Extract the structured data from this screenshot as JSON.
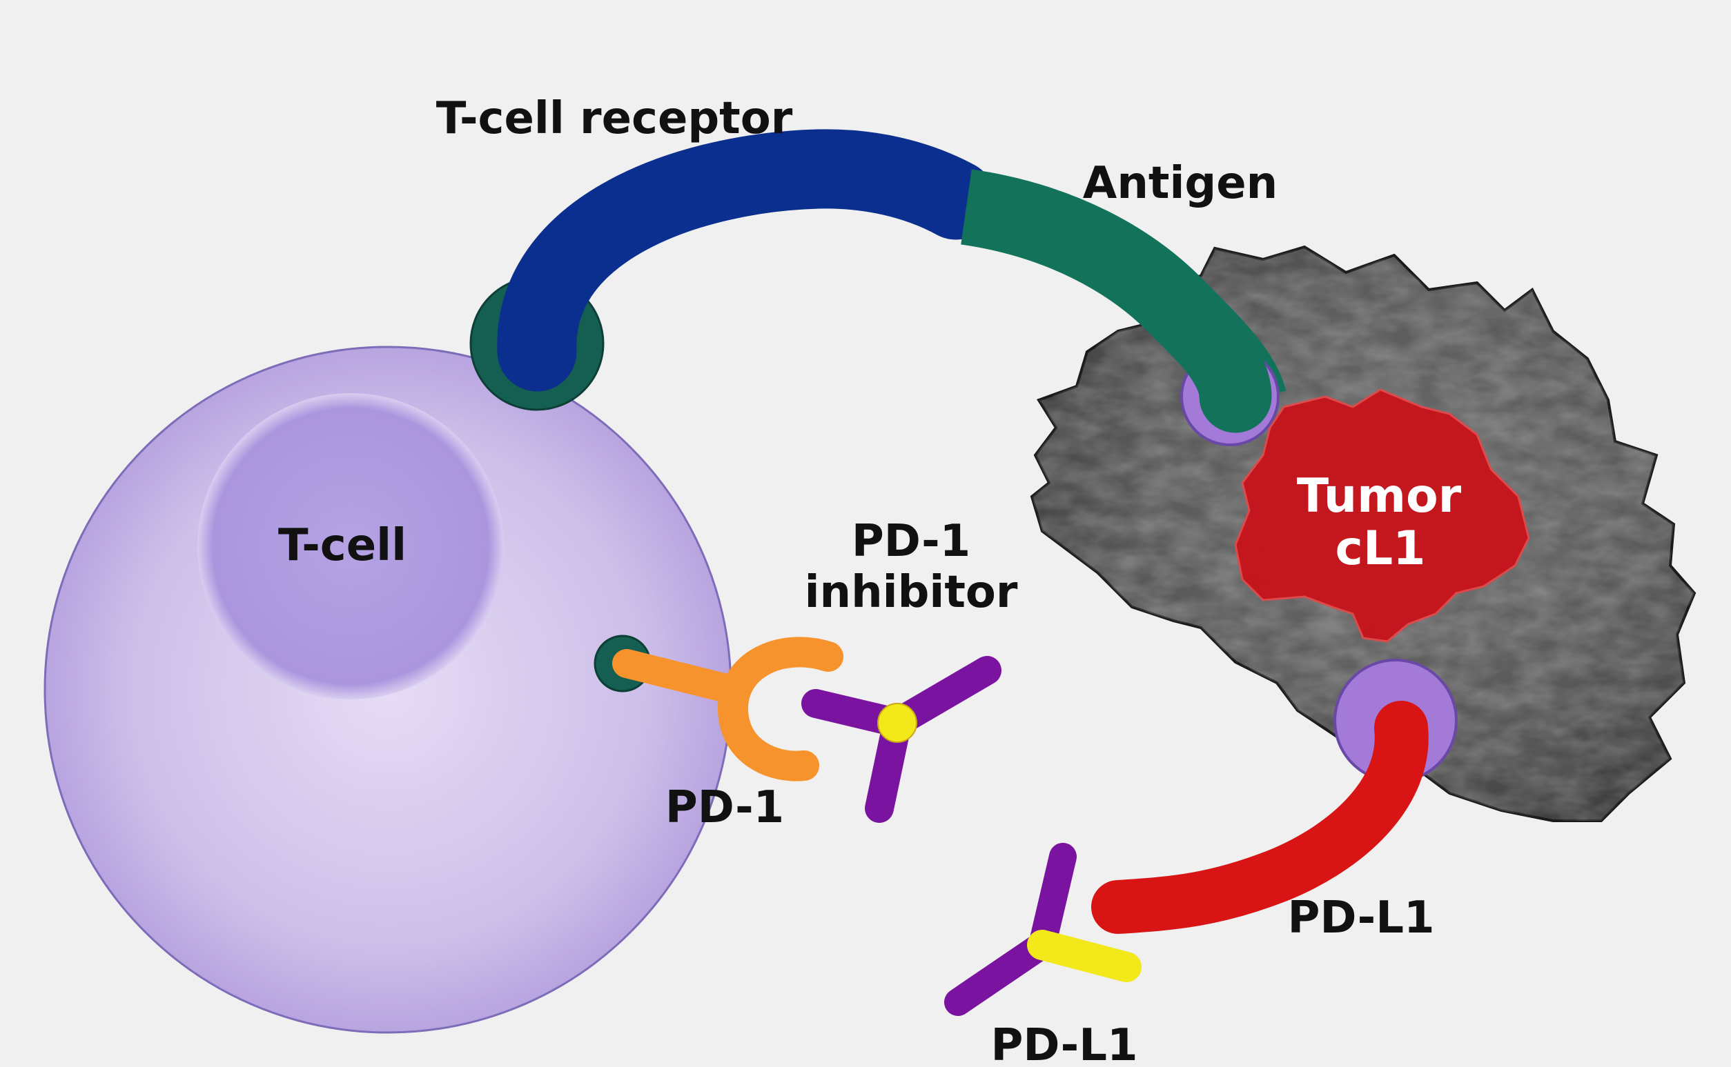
{
  "labels": {
    "tcell": "T-cell",
    "tcr": "T-cell receptor",
    "antigen": "Antigen",
    "tumor_line1": "Tumor",
    "tumor_line2": "cL1",
    "pd1_inhibitor_line1": "PD-1",
    "pd1_inhibitor_line2": "inhibitor",
    "pd1": "PD-1",
    "pdl1_right": "PD-L1",
    "pdl1_bottom": "PD-L1"
  },
  "colors": {
    "background": "#f0f0f0",
    "tcell_outer": "#c4b4e6",
    "tcell_nucleus": "#b29fe0",
    "tcr_blue": "#0a2f8f",
    "antigen_green": "#13735a",
    "tumor_gray": "#5c5c5c",
    "tumor_red": "#c8121a",
    "pd1_orange": "#f7932d",
    "antibody_purple": "#7a14a0",
    "antibody_yellow": "#f2e81a",
    "pdl1_red": "#d81414",
    "docking_lilac": "#a37ad8"
  }
}
